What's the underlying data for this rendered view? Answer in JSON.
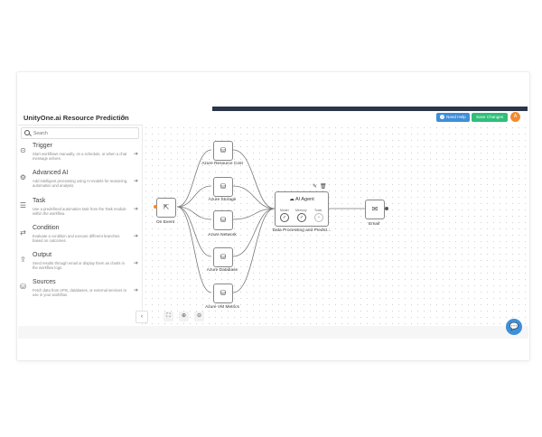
{
  "header": {
    "title": "UnityOne.ai Resource Prediction",
    "help_label": "Need Help",
    "save_label": "Save Changes",
    "avatar_initial": "A"
  },
  "sidebar": {
    "search_placeholder": "Search",
    "items": [
      {
        "name": "Trigger",
        "desc": "Start workflows manually, on a schedule, or when a chat message arrives.",
        "icon": "play-circle-icon"
      },
      {
        "name": "Advanced AI",
        "desc": "Add intelligent processing using AI models for reasoning, automation and analysis.",
        "icon": "gear-icon"
      },
      {
        "name": "Task",
        "desc": "Use a predefined automation task from the Task module within the workflow.",
        "icon": "checklist-icon"
      },
      {
        "name": "Condition",
        "desc": "Evaluate a condition and execute different branches based on outcomes.",
        "icon": "branch-icon"
      },
      {
        "name": "Output",
        "desc": "Send results through email or display them as charts in the workflow logs.",
        "icon": "export-icon"
      },
      {
        "name": "Sources",
        "desc": "Fetch data from APIs, databases, or external services to use in your workflow.",
        "icon": "database-icon"
      }
    ]
  },
  "nodes": {
    "on_event": "On Event",
    "resource_cost": "Azure Resource Cost",
    "storage": "Azure Storage",
    "network": "Azure Network",
    "database": "Azure Database",
    "vm_metrics": "Azure VM Metrics",
    "agent_title": "AI Agent",
    "agent_model": "Model",
    "agent_memory": "Memory",
    "agent_tools": "Tools",
    "agent_caption": "Data Processing and Predict...",
    "email": "Email"
  }
}
